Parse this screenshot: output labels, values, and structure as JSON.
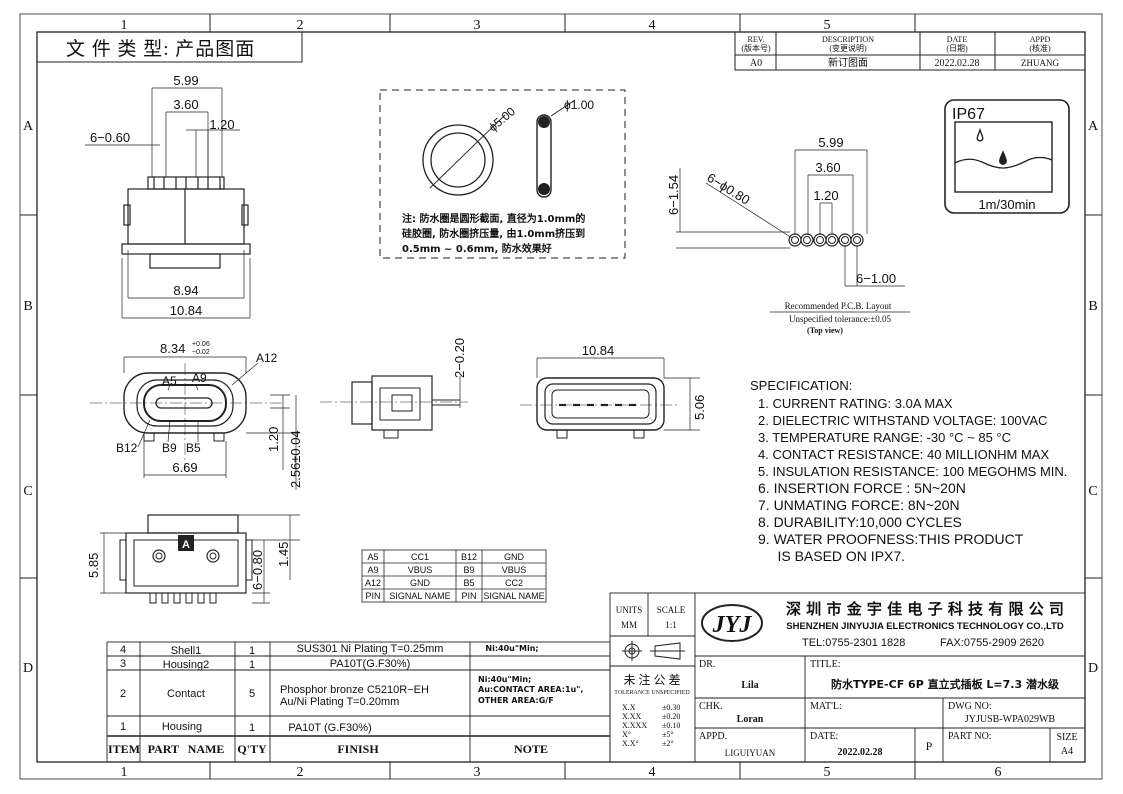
{
  "header": {
    "doc_type": "文 件 类 型:  产品图面"
  },
  "grid": {
    "columns": [
      "1",
      "2",
      "3",
      "4",
      "5",
      "6"
    ],
    "rows": [
      "A",
      "B",
      "C",
      "D"
    ]
  },
  "revision": {
    "headers": [
      "REV.",
      "(版本号)",
      "DESCRIPTION",
      "(变更说明)",
      "DATE",
      "(日期)",
      "APPD",
      "(核准)"
    ],
    "row": {
      "rev": "A0",
      "desc": "新订图面",
      "date": "2022.02.28",
      "appd": "ZHUANG"
    }
  },
  "ip_badge": {
    "rating": "IP67",
    "caption": "1m/30min"
  },
  "waterproof_ring": {
    "d_outer": "ϕ5.00",
    "d_wire": "ϕ1.00",
    "note_1": "注: 防水圈是圆形截面, 直径为1.0mm的",
    "note_2": "硅胶圈, 防水圈挤压量, 由1.0mm挤压到",
    "note_3": "0.5mm ~ 0.6mm, 防水效果好"
  },
  "front_view": {
    "dim_599": "5.99",
    "dim_360": "3.60",
    "dim_120": "1.20",
    "dim_pitch": "6−0.60",
    "dim_894": "8.94",
    "dim_1084": "10.84"
  },
  "pcb_layout": {
    "dim_599": "5.99",
    "dim_360": "3.60",
    "dim_120": "1.20",
    "dim_holes": "6−ϕ0.80",
    "dim_154": "6−1.54",
    "dim_100": "6−1.00",
    "title": "Recommended P.C.B. Layout",
    "tolerance": "Unspecified tolerance:±0.05",
    "view": "(Top view)"
  },
  "port_view": {
    "dim_width": "8.34",
    "tol_plus": "+0.06",
    "tol_minus": "−0.02",
    "pin_a12": "A12",
    "pin_a5": "A5",
    "pin_a9": "A9",
    "pin_b12": "B12",
    "pin_b9": "B9",
    "pin_b5": "B5",
    "dim_669": "6.69",
    "dim_120": "1.20",
    "dim_256": "2.56±0.04"
  },
  "side_view": {
    "dim_020": "2−0.20"
  },
  "end_view": {
    "dim_1084": "10.84",
    "dim_506": "5.06"
  },
  "bottom_view": {
    "dim_585": "5.85",
    "dim_145": "1.45",
    "dim_080": "6−0.80",
    "mark_a": "A"
  },
  "pin_table": {
    "rows": [
      [
        "A5",
        "CC1",
        "B12",
        "GND"
      ],
      [
        "A9",
        "VBUS",
        "B9",
        "VBUS"
      ],
      [
        "A12",
        "GND",
        "B5",
        "CC2"
      ],
      [
        "PIN",
        "SIGNAL NAME",
        "PIN",
        "SIGNAL NAME"
      ]
    ]
  },
  "specification": {
    "title": "SPECIFICATION:",
    "items": [
      "1. CURRENT RATING: 3.0A MAX",
      "2. DIELECTRIC WITHSTAND VOLTAGE: 100VAC",
      "3. TEMPERATURE RANGE: -30 °C ~ 85 °C",
      "4. CONTACT RESISTANCE: 40 MILLIONHM MAX",
      "5. INSULATION RESISTANCE: 100 MEGOHMS MIN.",
      "6.  INSERTION FORCE : 5N~20N",
      "7.  UNMATING FORCE: 8N~20N",
      "8.  DURABILITY:10,000  CYCLES",
      "9.  WATER PROOFNESS:THIS PRODUCT",
      "     IS BASED ON IPX7."
    ]
  },
  "bom": {
    "rows": [
      {
        "item": "4",
        "part": "Shell1",
        "qty": "1",
        "finish": "SUS301  Ni   Plating  T=0.25mm",
        "note": "Ni:40u\"Min;"
      },
      {
        "item": "3",
        "part": "Housing2",
        "qty": "1",
        "finish": "PA10T(G.F30%)",
        "note": ""
      },
      {
        "item": "2",
        "part": "Contact",
        "qty": "5",
        "finish": "Phosphor  bronze  C5210R−EH",
        "finish_2": "Au/Ni   Plating   T=0.20mm",
        "note": "Ni:40u\"Min;",
        "note_2": "Au:CONTACT AREA:1u\",",
        "note_3": "OTHER AREA:G/F"
      },
      {
        "item": "1",
        "part": "Housing",
        "qty": "1",
        "finish": "PA10T  (G.F30%)",
        "note": ""
      }
    ],
    "headers": {
      "item": "ITEM",
      "part": "PART   NAME",
      "qty": "Q'TY",
      "finish": "FINISH",
      "note": "NOTE"
    }
  },
  "title_block": {
    "units_label": "UNITS",
    "units_value": "MM",
    "scale_label": "SCALE",
    "scale_value": "1:1",
    "logo": "JYJ",
    "company_cn": "深 圳 市 金 宇 佳 电 子 科 技 有 限 公 司",
    "company_en": "SHENZHEN  JINYUJIA  ELECTRONICS TECHNOLOGY  CO.,LTD",
    "tel": "TEL:0755-2301 1828",
    "fax": "FAX:0755-2909 2620",
    "tol_title": "未 注 公 差",
    "tol_sub": "TOLERANCE UNSPECIFIED",
    "tol_rows": [
      [
        "X.X",
        "±0.30"
      ],
      [
        "X.XX",
        "±0.20"
      ],
      [
        "X.XXX",
        "±0.10"
      ],
      [
        "X°",
        "±5°"
      ],
      [
        "X.X°",
        "±2°"
      ]
    ],
    "dr_label": "DR.",
    "dr_value": "Lila",
    "chk_label": "CHK.",
    "chk_value": "Loran",
    "appd_label": "APPD.",
    "appd_value": "LIGUIYUAN",
    "title_label": "TITLE:",
    "title_value": "防水TYPE-CF 6P 直立式插板 L=7.3 潜水级",
    "matl_label": "MAT'L:",
    "dwg_label": "DWG NO:",
    "dwg_value": "JYJUSB-WPA029WB",
    "date_label": "DATE:",
    "date_value": "2022.02.28",
    "p_mark": "P",
    "part_no_label": "PART  NO:",
    "size_label": "SIZE",
    "size_value": "A4"
  }
}
